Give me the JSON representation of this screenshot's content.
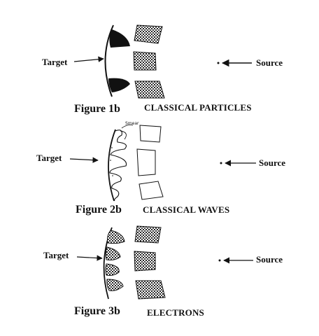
{
  "panels": [
    {
      "target_label": "Target",
      "source_label": "Source",
      "caption": "Figure  1b",
      "title": "CLASSICAL PARTICLES"
    },
    {
      "target_label": "Target",
      "source_label": "Source",
      "caption": "Figure  2b",
      "title": "CLASSICAL WAVES",
      "annotation": "Smear"
    },
    {
      "target_label": "Target",
      "source_label": "Source",
      "caption": "Figure  3b",
      "title": "ELECTRONS"
    }
  ]
}
